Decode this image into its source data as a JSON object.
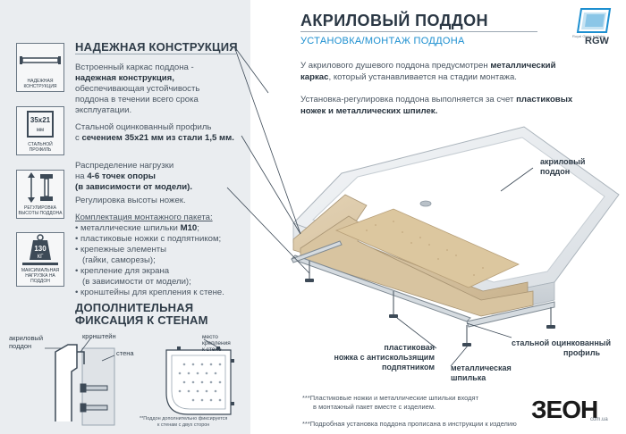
{
  "left": {
    "section1": {
      "title": "НАДЕЖНАЯ КОНСТРУКЦИЯ",
      "icon1_caption": "НАДЕЖНАЯ КОНСТРУКЦИЯ",
      "p1_a": "Встроенный каркас поддона -",
      "p1_b": "надежная конструкция,",
      "p1_c": "обеспечивающая устойчивость",
      "p1_d": "поддона в течении всего срока",
      "p1_e": "эксплуатации.",
      "icon2_label": "35x21",
      "icon2_unit": "мм",
      "icon2_caption1": "СТАЛЬНОЙ",
      "icon2_caption2": "ПРОФИЛЬ",
      "p2_a": "Стальной оцинкованный профиль",
      "p2_b_pre": "с ",
      "p2_b_bold": "сечением 35x21 мм из стали 1,5 мм.",
      "icon3_caption1": "РЕГУЛИРОВКА",
      "icon3_caption2": "ВЫСОТЫ ПОДДОНА",
      "p3_a": "Распределение нагрузки",
      "p3_b_pre": "на ",
      "p3_b_bold": "4-6 точек опоры",
      "p3_c": "(в зависимости от модели).",
      "p3_d": "Регулировка высоты ножек.",
      "icon4_weight": "130",
      "icon4_unit": "КГ",
      "icon4_caption1": "МАКСИМАЛЬНАЯ",
      "icon4_caption2": "НАГРУЗКА НА ПОДДОН",
      "kit_title": "Комплектация монтажного пакета:",
      "kit_1_pre": "• металлические шпильки ",
      "kit_1_bold": "M10",
      "kit_1_post": ";",
      "kit_2": "• пластиковые ножки с подпятником;",
      "kit_3": "• крепежные элементы",
      "kit_3b": "(гайки, саморезы);",
      "kit_4": "• крепление для экрана",
      "kit_4b": "(в зависимости от модели);",
      "kit_5": "• кронштейны для крепления к стене."
    },
    "section2": {
      "title1": "ДОПОЛНИТЕЛЬНАЯ",
      "title2": "ФИКСАЦИЯ К СТЕНАМ",
      "lbl_acryl1": "акриловый",
      "lbl_acryl2": "поддон",
      "lbl_bracket": "кронштейн",
      "lbl_wall": "стена",
      "lbl_place1": "место",
      "lbl_place2": "крепления",
      "lbl_place3": "к стене",
      "note1": "**Поддон дополнительно фиксируется",
      "note2": "к стенам с двух сторон"
    }
  },
  "right": {
    "title": "АКРИЛОВЫЙ ПОДДОН",
    "subtitle": "УСТАНОВКА/МОНТАЖ ПОДДОНА",
    "logo_text": "RGW",
    "logo_sub": "Royal Glass ● Water",
    "para1_a": "У акрилового душевого поддона предусмотрен ",
    "para1_bold1": "металлический",
    "para1_bold2": "каркас",
    "para1_b": ", который устанавливается на стадии монтажа.",
    "para2_a": "Установка-регулировка поддона выполняется за счет ",
    "para2_bold1": "пластиковых",
    "para2_bold2": "ножек и металлических шпилек.",
    "callout_acryl1": "акриловый",
    "callout_acryl2": "поддон",
    "callout_profile1": "стальной оцинкованный",
    "callout_profile2": "профиль",
    "callout_leg1": "пластиковая",
    "callout_leg2": "ножка с антискользящим",
    "callout_leg3": "подпятником",
    "callout_stud1": "металлическая",
    "callout_stud2": "шпилька",
    "foot1": "***Пластиковые ножки и металлические шпильки входят",
    "foot2": "в монтажный пакет вместе с изделием.",
    "foot3": "***Подробная установка поддона прописана в инструкции к изделию",
    "zeon": "ЗЕОН",
    "zeon_sub": "com.ua"
  },
  "colors": {
    "accent": "#1c8fd0",
    "panel": "#eaedf0",
    "text": "#4a5662",
    "heading": "#2f3c48"
  }
}
